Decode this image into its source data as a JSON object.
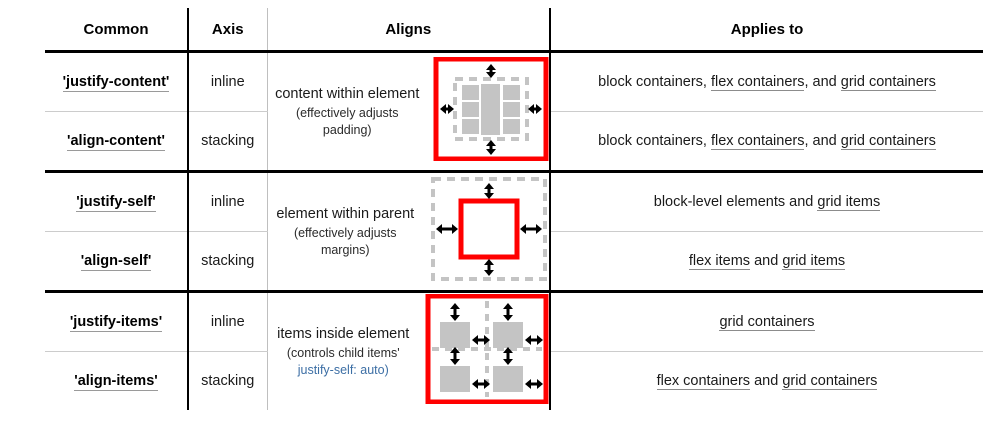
{
  "table": {
    "headers": [
      {
        "label": "Common",
        "name": "header-common"
      },
      {
        "label": "Axis",
        "name": "header-axis"
      },
      {
        "label": "Aligns",
        "name": "header-aligns"
      },
      {
        "label": "Applies to",
        "name": "header-applies-to"
      }
    ],
    "groups": [
      {
        "id": "content-group",
        "aligns": {
          "main": "content within element",
          "sub_line1": "(effectively adjusts",
          "sub_line2": "padding)",
          "sub_blue": ""
        },
        "diagram": "red-outer-dashed-inner-blocks",
        "rows": [
          {
            "property": "'justify-content'",
            "property_underlined": true,
            "axis": "inline",
            "applies_to": [
              {
                "text": "block containers, ",
                "link": false
              },
              {
                "text": "flex containers",
                "link": true
              },
              {
                "text": ", and ",
                "link": false
              },
              {
                "text": "grid containers",
                "link": true
              }
            ]
          },
          {
            "property": "'align-content'",
            "property_underlined": true,
            "axis": "stacking",
            "applies_to": [
              {
                "text": "block containers, ",
                "link": false
              },
              {
                "text": "flex containers",
                "link": true
              },
              {
                "text": ", and ",
                "link": false
              },
              {
                "text": "grid containers",
                "link": true
              }
            ]
          }
        ]
      },
      {
        "id": "self-group",
        "aligns": {
          "main": "element within parent",
          "sub_line1": "(effectively adjusts",
          "sub_line2": "margins)",
          "sub_blue": ""
        },
        "diagram": "dashed-outer-red-inner",
        "rows": [
          {
            "property": "'justify-self'",
            "property_underlined": true,
            "axis": "inline",
            "applies_to": [
              {
                "text": "block-level elements and ",
                "link": false
              },
              {
                "text": "grid items",
                "link": true
              }
            ]
          },
          {
            "property": "'align-self'",
            "property_underlined": true,
            "axis": "stacking",
            "applies_to": [
              {
                "text": "flex items",
                "link": true
              },
              {
                "text": " and ",
                "link": false
              },
              {
                "text": "grid items",
                "link": true
              }
            ]
          }
        ]
      },
      {
        "id": "items-group",
        "aligns": {
          "main": "items inside element",
          "sub_line1": "(controls child items'",
          "sub_line2": "",
          "sub_blue": "justify-self: auto)"
        },
        "diagram": "red-outer-quad-grid",
        "rows": [
          {
            "property": "'justify-items'",
            "property_underlined": true,
            "axis": "inline",
            "applies_to": [
              {
                "text": "grid containers",
                "link": true
              }
            ]
          },
          {
            "property": "'align-items'",
            "property_underlined": true,
            "axis": "stacking",
            "applies_to": [
              {
                "text": "flex containers",
                "link": true
              },
              {
                "text": " and ",
                "link": false
              },
              {
                "text": "grid containers",
                "link": true
              }
            ]
          }
        ]
      }
    ]
  },
  "colors": {
    "red_border": "#ff0000",
    "gray_block": "#c4c4c4",
    "gray_dashed": "#c4c4c4",
    "blue_text": "#3d6fa5",
    "rule_black": "#000000",
    "rule_gray": "#cccccc"
  }
}
